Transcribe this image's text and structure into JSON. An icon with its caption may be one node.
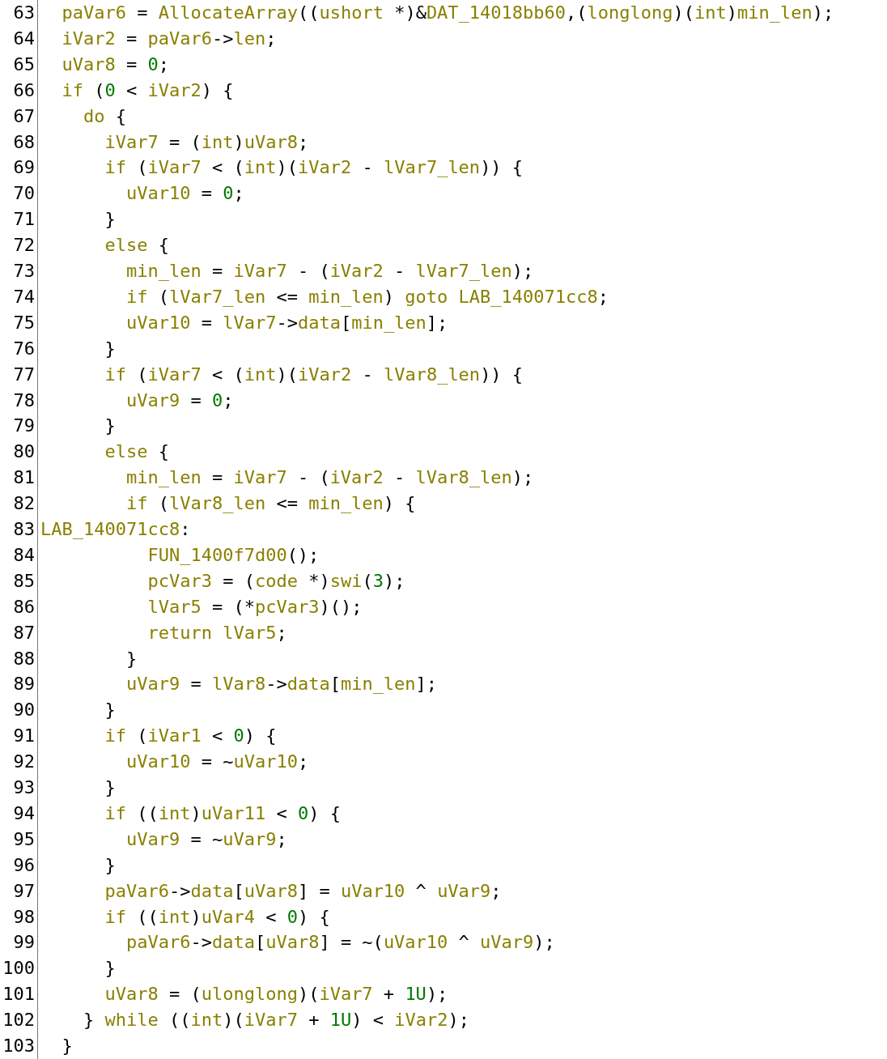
{
  "diagram": {
    "labels": [
      "63",
      "paVar6 = AllocateArray((ushort *)&DAT_14018bb60,(longlong)(int)min_len);",
      "64",
      "iVar2 = paVar6->len;",
      "65",
      "uVar8 = 0;",
      "66",
      "if (0 < iVar2) {",
      "67",
      "do {",
      "68",
      "iVar7 = (int)uVar8;",
      "69",
      "if (iVar7 < (int)(iVar2 - lVar7_len)) {",
      "70",
      "uVar10 = 0;",
      "71",
      "}",
      "72",
      "else {",
      "73",
      "min_len = iVar7 - (iVar2 - lVar7_len);",
      "74",
      "if (lVar7_len <= min_len) goto LAB_140071cc8;",
      "75",
      "uVar10 = lVar7->data[min_len];",
      "76",
      "}",
      "77",
      "if (iVar7 < (int)(iVar2 - lVar8_len)) {",
      "78",
      "uVar9 = 0;",
      "79",
      "}",
      "80",
      "else {",
      "81",
      "min_len = iVar7 - (iVar2 - lVar8_len);",
      "82",
      "if (lVar8_len <= min_len) {",
      "83",
      "LAB_140071cc8:",
      "84",
      "FUN_1400f7d00();",
      "85",
      "pcVar3 = (code *)swi(3);",
      "86",
      "lVar5 = (*pcVar3)();",
      "87",
      "return lVar5;",
      "88",
      "}",
      "89",
      "uVar9 = lVar8->data[min_len];",
      "90",
      "}",
      "91",
      "if (iVar1 < 0) {",
      "92",
      "uVar10 = ~uVar10;",
      "93",
      "}",
      "94",
      "if ((int)uVar11 < 0) {",
      "95",
      "uVar9 = ~uVar9;",
      "96",
      "}",
      "97",
      "paVar6->data[uVar8] = uVar10 ^ uVar9;",
      "98",
      "if ((int)uVar4 < 0) {",
      "99",
      "paVar6->data[uVar8] = ~(uVar10 ^ uVar9);",
      "100",
      "}",
      "101",
      "uVar8 = (ulonglong)(iVar7 + 1U);",
      "102",
      "} while ((int)(iVar7 + 1U) < iVar2);",
      "103",
      "}"
    ]
  }
}
